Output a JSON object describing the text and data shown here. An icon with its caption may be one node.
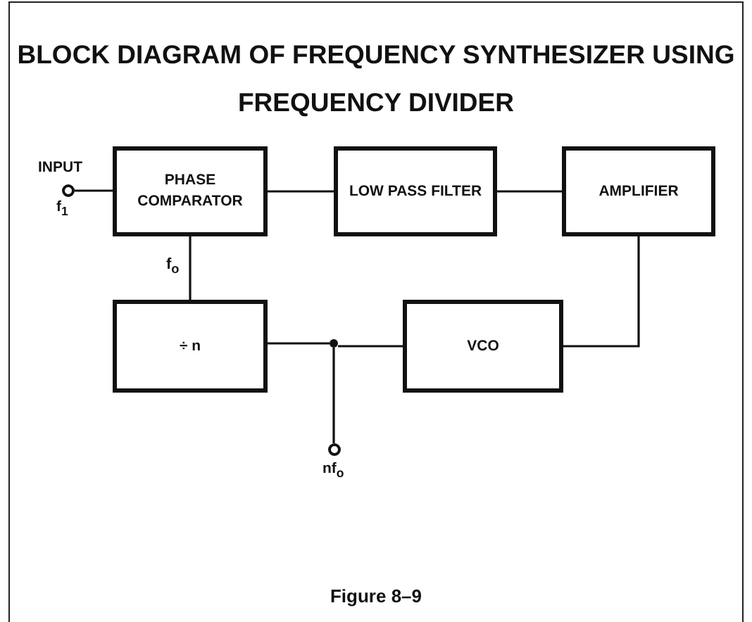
{
  "diagram": {
    "title": "BLOCK DIAGRAM OF FREQUENCY SYNTHESIZER USING FREQUENCY DIVIDER",
    "caption": "Figure 8–9",
    "nodes": [
      {
        "text": [],
        "shape": "circle",
        "beside": [
          "INPUT",
          "f$_{1}$"
        ]
      },
      {
        "text": [
          "PHASE COMPARATOR"
        ]
      },
      {
        "text": [
          "LOW PASS FILTER"
        ]
      },
      {
        "text": [
          "AMPLIFIER"
        ]
      },
      {
        "text": [
          "÷ n"
        ]
      },
      {
        "text": [],
        "shape": "dot"
      },
      {
        "text": [
          "VCO"
        ]
      },
      {
        "text": [],
        "shape": "circle",
        "beside": [
          "nf$_{o}$"
        ]
      }
    ],
    "edges": [
      {
        "from": 0,
        "to": 1,
        "arrow": "none"
      },
      {
        "from": 1,
        "to": 2,
        "arrow": "none"
      },
      {
        "from": 2,
        "to": 3,
        "arrow": "none"
      },
      {
        "from": 3,
        "to": 6,
        "arrow": "none"
      },
      {
        "from": 6,
        "to": 5,
        "arrow": "none"
      },
      {
        "from": 5,
        "to": 4,
        "arrow": "none"
      },
      {
        "from": 5,
        "to": 7,
        "arrow": "none"
      },
      {
        "from": 4,
        "to": 1,
        "arrow": "none",
        "label": "f$_{o}$"
      }
    ]
  }
}
